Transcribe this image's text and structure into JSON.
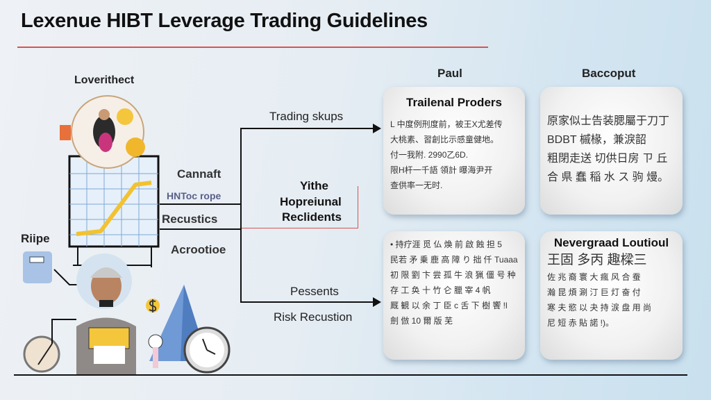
{
  "title": "Lexenue HIBT Leverage Trading Guidelines",
  "columns": {
    "left": "Paul",
    "right": "Baccoput"
  },
  "left_labels": {
    "top": "Loverithect",
    "side": "Riipe",
    "cannaft": "Cannaft",
    "hntoc": "HNToc rope",
    "recustics": "Recustics",
    "acrootioe": "Acrootioe"
  },
  "flow": {
    "trading": "Trading skups",
    "center": [
      "Yithe",
      "Hopreiunal",
      "Reclidents"
    ],
    "pessents": "Pessents",
    "risk": "Risk Recustion"
  },
  "cards": [
    {
      "title": "Trailenal Proders",
      "lines": [
        "L 中度例刑度前，被王X尤差传",
        "大桃素、習創比示感童健地。",
        "付一我附. 2990乙6D.",
        "限H杆一千語 領計 曝海尹开",
        "查供率一无时."
      ]
    },
    {
      "title": "",
      "lines": [
        "原家似士告装腮屬于刀丁",
        "BDBT 槭椽，兼淚韶",
        "粗閉走送 切供日房 ㄗ 丘",
        "合 県 蠢 稲 水 ス 驹 熳。"
      ]
    },
    {
      "title": "",
      "lines": [
        "• 持疗涯 觅 仏 煥 前 啟 蝕 担 5",
        "民若 矛 乗 鹿 高 障 り 拙 仟 Tuaaa",
        "初 限 劉 卞 尝 孤 牛 浪 猟 僵 号 种",
        "存 工 奂 十 竹 仑 臘 宰 4 帆",
        "厩 観 以 余 丁 臣 c 舌 下 樹 饗 !l",
        "劍 倣 10 爾 版 芜"
      ]
    },
    {
      "title": "Nevergraad Loutioul",
      "big": "王固 多丙 趣樑三",
      "lines": [
        "佐 兆 裔 寰 大 瘋 风 合 蚕",
        "瀚 昆 煩 涮 汀 巨 灯 奋 付",
        "寒 夫 慾 以 夬 持 涙 盘 用 尚",
        "尼 短 赤 貼 諾 !)。"
      ]
    }
  ]
}
